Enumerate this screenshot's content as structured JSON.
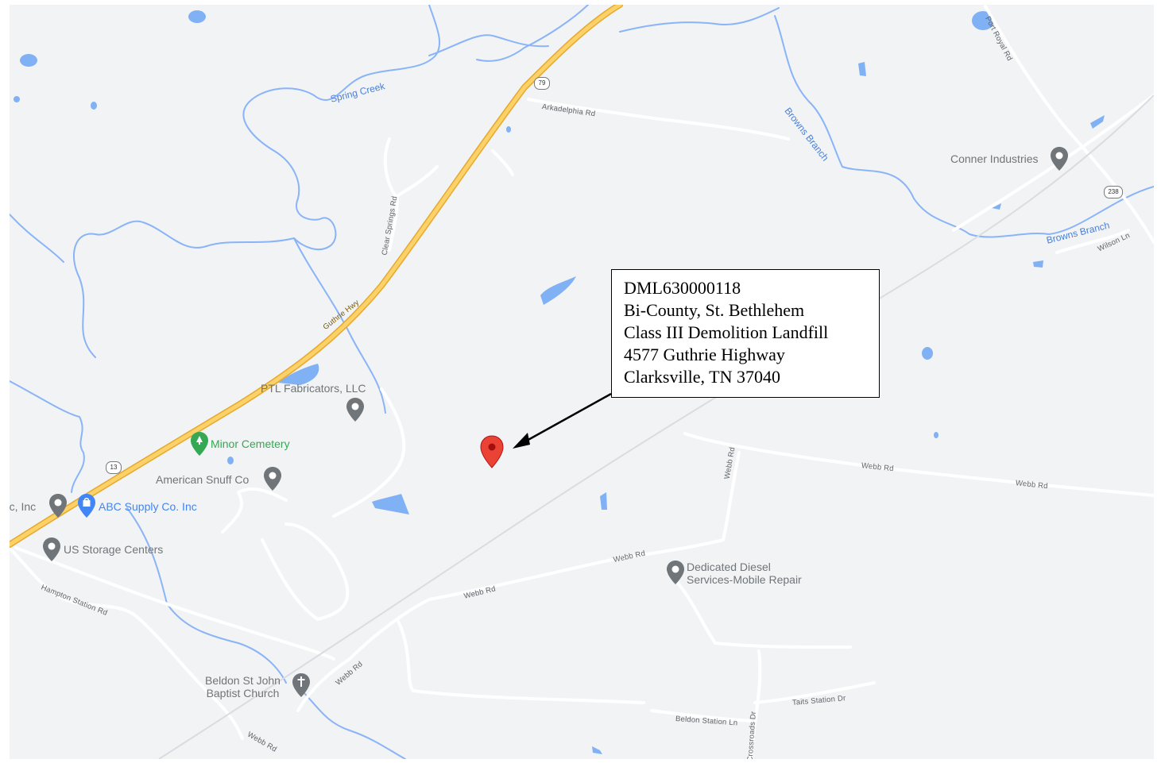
{
  "map": {
    "roads": {
      "guthrie_hwy": "Guthrie Hwy",
      "arkadelphia_rd": "Arkadelphia Rd",
      "clear_springs_rd": "Clear Springs Rd",
      "port_royal_rd": "Port Royal Rd",
      "webb_rd": "Webb Rd",
      "hampton_station_rd": "Hampton Station Rd",
      "beldon_station_ln": "Beldon Station Ln",
      "crossroads_dr": "Crossroads Dr",
      "taits_station_dr": "Taits Station Dr",
      "wilson_ln": "Wilson Ln"
    },
    "route_shields": {
      "us79": "79",
      "rt13": "13",
      "rt238": "238"
    },
    "water": {
      "spring_creek": "Spring Creek",
      "browns_branch": "Browns Branch"
    },
    "places": {
      "conner_industries": "Conner Industries",
      "ptl_fabricators": "PTL Fabricators, LLC",
      "minor_cemetery": "Minor Cemetery",
      "american_snuff": "American Snuff Co",
      "electric_inc": "tric, Inc",
      "abc_supply": "ABC Supply Co. Inc",
      "us_storage": "US Storage Centers",
      "dedicated_diesel_line1": "Dedicated Diesel",
      "dedicated_diesel_line2": "Services-Mobile Repair",
      "beldon_church_line1": "Beldon St John",
      "beldon_church_line2": "Baptist Church"
    },
    "colors": {
      "land": "#f1f3f4",
      "water": "#80b1f4",
      "highway": "#f5b935",
      "minor_road": "#ffffff",
      "pin_red": "#ea4335",
      "poi_gray": "#70757a",
      "poi_green": "#34a853",
      "poi_blue": "#4285f4"
    },
    "icons": [
      "red-location-pin-icon",
      "gray-poi-pin-icon",
      "cemetery-pin-icon",
      "shopping-bag-pin-icon",
      "church-cross-pin-icon"
    ]
  },
  "callout": {
    "line1": "DML630000118",
    "line2": "Bi-County, St. Bethlehem",
    "line3": "Class III Demolition Landfill",
    "line4": "4577 Guthrie Highway",
    "line5": "Clarksville, TN 37040"
  }
}
